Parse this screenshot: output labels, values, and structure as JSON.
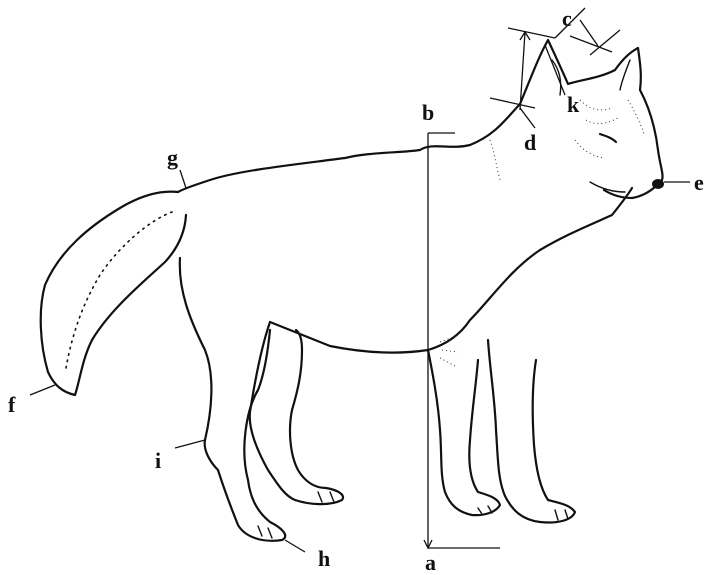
{
  "labels": {
    "a": "a",
    "b": "b",
    "c": "c",
    "d": "d",
    "e": "e",
    "f": "f",
    "g": "g",
    "h": "h",
    "i": "i",
    "k": "k"
  }
}
